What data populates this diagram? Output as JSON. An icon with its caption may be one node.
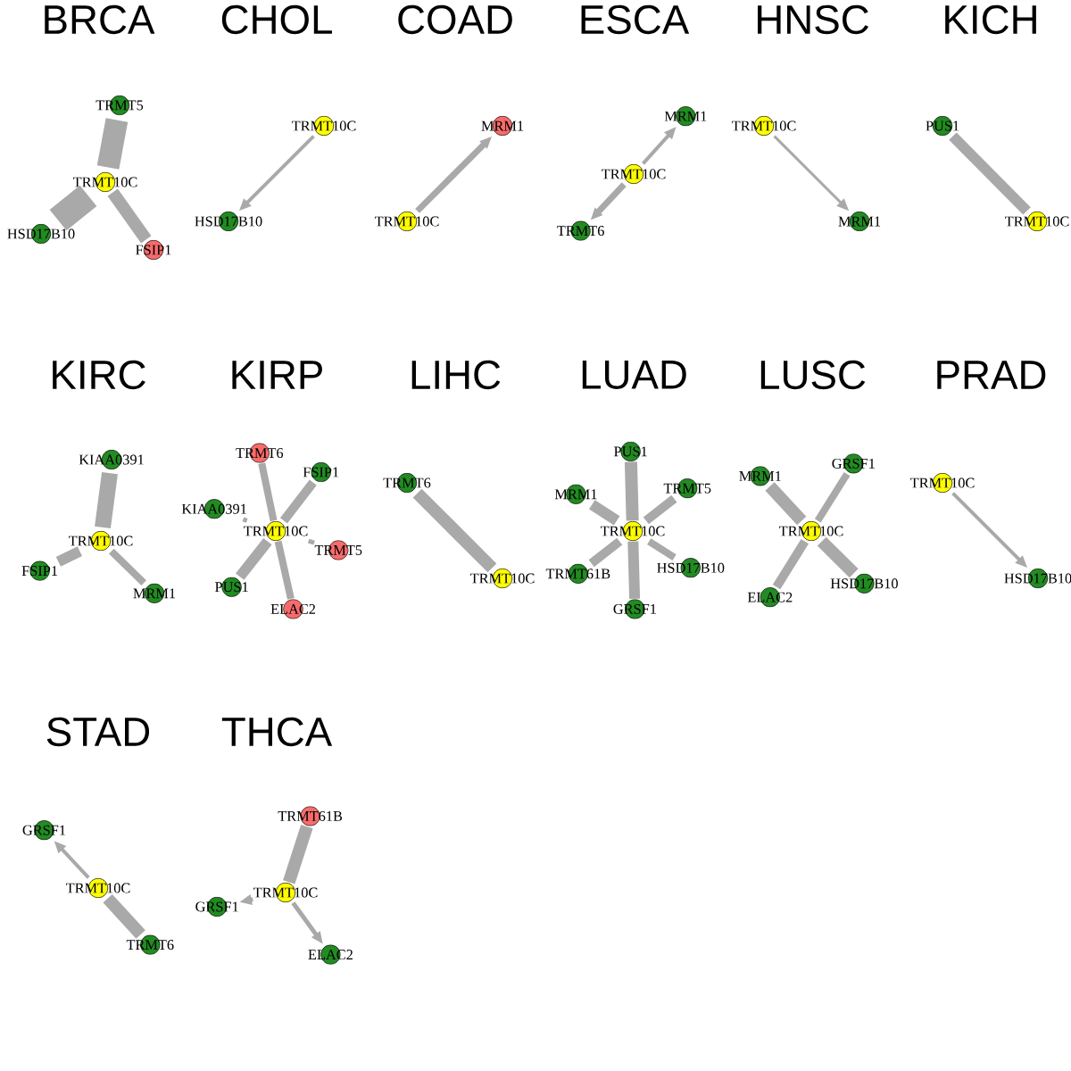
{
  "diagram": {
    "nodes": [
      {
        "text": [
          "TRMT5"
        ]
      },
      {
        "text": [
          "TRMT10C"
        ]
      },
      {
        "text": [
          "HSD17B10"
        ]
      },
      {
        "text": [
          "FSIP1"
        ]
      },
      {
        "text": [
          "TRMT10C"
        ]
      },
      {
        "text": [
          "HSD17B10"
        ]
      },
      {
        "text": [
          "MRM1"
        ]
      },
      {
        "text": [
          "TRMT10C"
        ]
      },
      {
        "text": [
          "MRM1"
        ]
      },
      {
        "text": [
          "TRMT10C"
        ]
      },
      {
        "text": [
          "TRMT6"
        ]
      },
      {
        "text": [
          "TRMT10C"
        ]
      },
      {
        "text": [
          "MRM1"
        ]
      },
      {
        "text": [
          "PUS1"
        ]
      },
      {
        "text": [
          "TRMT10C"
        ]
      },
      {
        "text": [
          "KIAA0391"
        ]
      },
      {
        "text": [
          "TRMT10C"
        ]
      },
      {
        "text": [
          "FSIP1"
        ]
      },
      {
        "text": [
          "MRM1"
        ]
      },
      {
        "text": [
          "TRMT6"
        ]
      },
      {
        "text": [
          "FSIP1"
        ]
      },
      {
        "text": [
          "KIAA0391"
        ]
      },
      {
        "text": [
          "TRMT10C"
        ]
      },
      {
        "text": [
          "TRMT5"
        ]
      },
      {
        "text": [
          "PUS1"
        ]
      },
      {
        "text": [
          "ELAC2"
        ]
      },
      {
        "text": [
          "TRMT6"
        ]
      },
      {
        "text": [
          "TRMT10C"
        ]
      },
      {
        "text": [
          "PUS1"
        ]
      },
      {
        "text": [
          "MRM1"
        ]
      },
      {
        "text": [
          "TRMT5"
        ]
      },
      {
        "text": [
          "TRMT10C"
        ]
      },
      {
        "text": [
          "TRMT61B"
        ]
      },
      {
        "text": [
          "HSD17B10"
        ]
      },
      {
        "text": [
          "GRSF1"
        ]
      },
      {
        "text": [
          "MRM1"
        ]
      },
      {
        "text": [
          "GRSF1"
        ]
      },
      {
        "text": [
          "TRMT10C"
        ]
      },
      {
        "text": [
          "ELAC2"
        ]
      },
      {
        "text": [
          "HSD17B10"
        ]
      },
      {
        "text": [
          "TRMT10C"
        ]
      },
      {
        "text": [
          "HSD17B10"
        ]
      },
      {
        "text": [
          "GRSF1"
        ]
      },
      {
        "text": [
          "TRMT10C"
        ]
      },
      {
        "text": [
          "TRMT6"
        ]
      },
      {
        "text": [
          "TRMT61B"
        ]
      },
      {
        "text": [
          "TRMT10C"
        ]
      },
      {
        "text": [
          "GRSF1"
        ]
      },
      {
        "text": [
          "ELAC2"
        ]
      }
    ],
    "edges": [
      {
        "from": 1,
        "to": 0,
        "arrow": "none",
        "style": "thick"
      },
      {
        "from": 1,
        "to": 2,
        "arrow": "none",
        "style": "thick"
      },
      {
        "from": 1,
        "to": 3,
        "arrow": "none"
      },
      {
        "from": 4,
        "to": 5,
        "arrow": "to"
      },
      {
        "from": 7,
        "to": 6,
        "arrow": "to"
      },
      {
        "from": 9,
        "to": 8,
        "arrow": "to"
      },
      {
        "from": 9,
        "to": 10,
        "arrow": "to"
      },
      {
        "from": 11,
        "to": 12,
        "arrow": "to"
      },
      {
        "from": 13,
        "to": 14,
        "arrow": "none"
      },
      {
        "from": 16,
        "to": 15,
        "arrow": "none",
        "style": "thick"
      },
      {
        "from": 16,
        "to": 17,
        "arrow": "none"
      },
      {
        "from": 16,
        "to": 18,
        "arrow": "none"
      },
      {
        "from": 22,
        "to": 19,
        "arrow": "none"
      },
      {
        "from": 22,
        "to": 20,
        "arrow": "none"
      },
      {
        "from": 22,
        "to": 21,
        "arrow": "none"
      },
      {
        "from": 22,
        "to": 23,
        "arrow": "none"
      },
      {
        "from": 22,
        "to": 24,
        "arrow": "none"
      },
      {
        "from": 22,
        "to": 25,
        "arrow": "none"
      },
      {
        "from": 26,
        "to": 27,
        "arrow": "none"
      },
      {
        "from": 31,
        "to": 28,
        "arrow": "none"
      },
      {
        "from": 31,
        "to": 29,
        "arrow": "none"
      },
      {
        "from": 31,
        "to": 30,
        "arrow": "none"
      },
      {
        "from": 31,
        "to": 32,
        "arrow": "none"
      },
      {
        "from": 31,
        "to": 33,
        "arrow": "none"
      },
      {
        "from": 31,
        "to": 34,
        "arrow": "none"
      },
      {
        "from": 37,
        "to": 35,
        "arrow": "none"
      },
      {
        "from": 37,
        "to": 36,
        "arrow": "none"
      },
      {
        "from": 37,
        "to": 38,
        "arrow": "none"
      },
      {
        "from": 37,
        "to": 39,
        "arrow": "none"
      },
      {
        "from": 40,
        "to": 41,
        "arrow": "to"
      },
      {
        "from": 43,
        "to": 42,
        "arrow": "to"
      },
      {
        "from": 43,
        "to": 44,
        "arrow": "none"
      },
      {
        "from": 46,
        "to": 45,
        "arrow": "none"
      },
      {
        "from": 46,
        "to": 47,
        "arrow": "to"
      },
      {
        "from": 46,
        "to": 48,
        "arrow": "to"
      }
    ],
    "labels": [
      "BRCA",
      "CHOL",
      "COAD",
      "ESCA",
      "HNSC",
      "KICH",
      "KIRC",
      "KIRP",
      "LIHC",
      "LUAD",
      "LUSC",
      "PRAD",
      "STAD",
      "THCA"
    ]
  }
}
